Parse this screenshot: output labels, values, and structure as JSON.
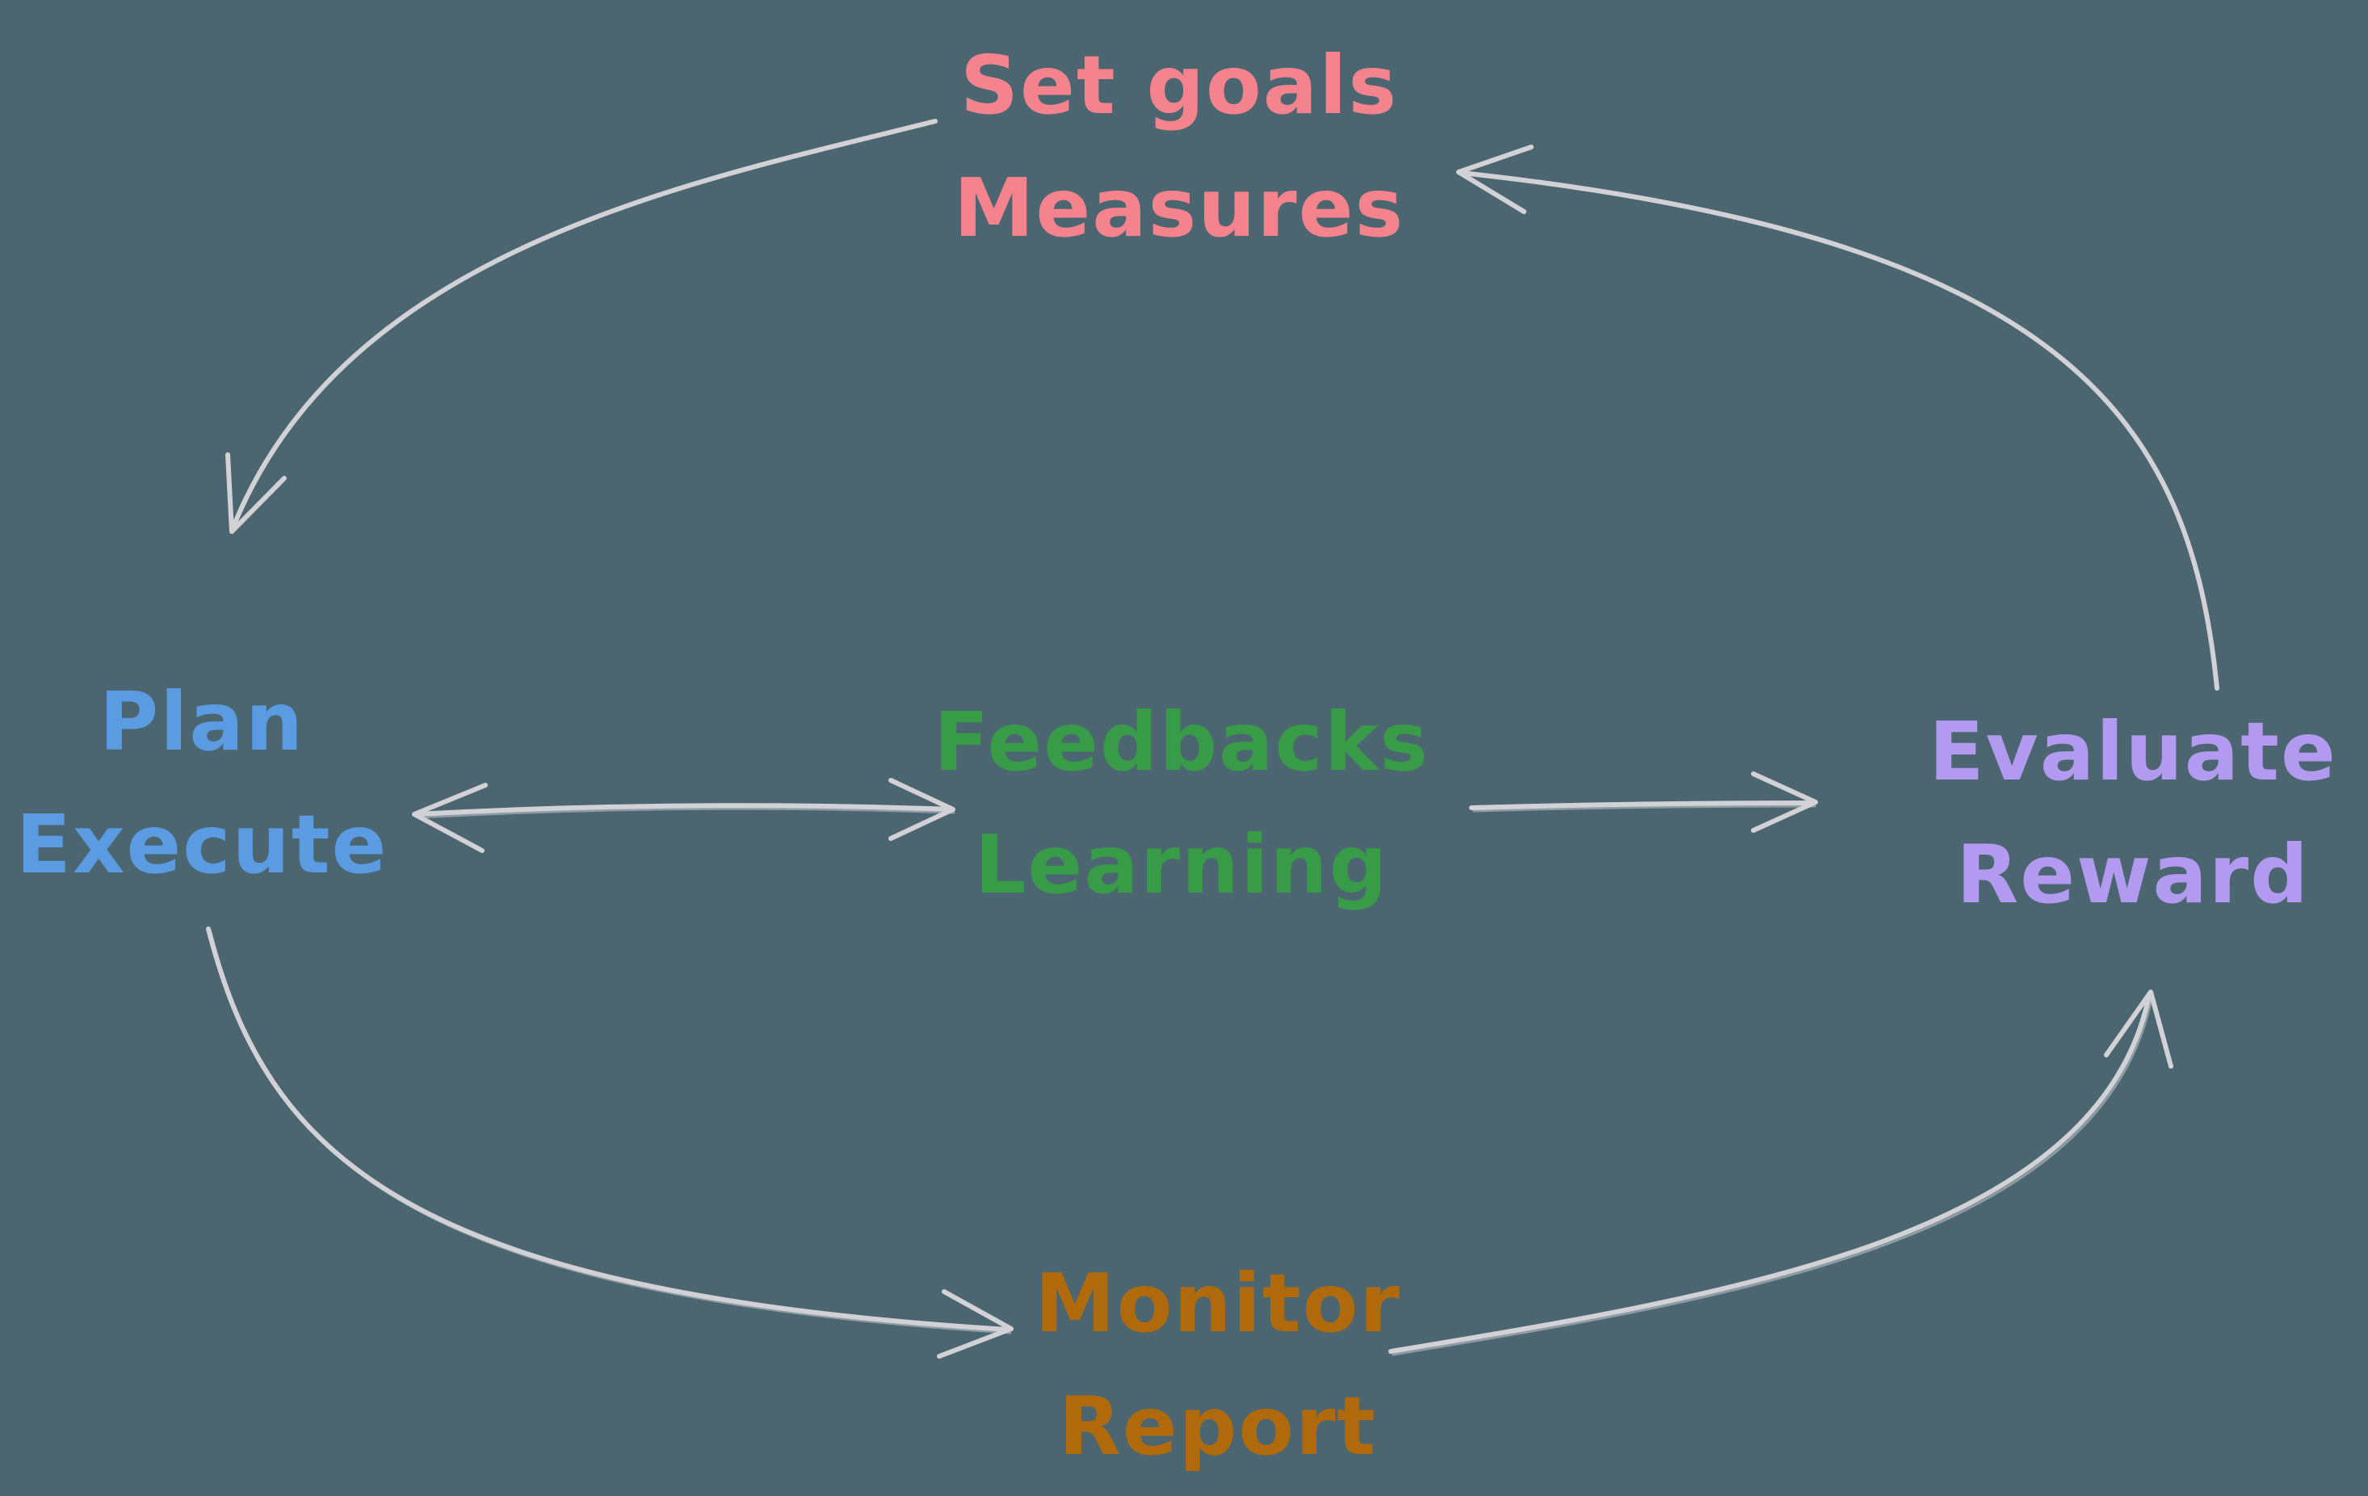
{
  "canvas": {
    "background": "#4b6670",
    "arrow_color": "#d2d2d6"
  },
  "nodes": {
    "set_goals": {
      "lines": [
        "Set goals",
        "Measures"
      ],
      "color": "#f4838d"
    },
    "plan_execute": {
      "lines": [
        "Plan",
        "Execute"
      ],
      "color": "#5a9be2"
    },
    "feedbacks_learning": {
      "lines": [
        "Feedbacks",
        "Learning"
      ],
      "color": "#389b48"
    },
    "evaluate_reward": {
      "lines": [
        "Evaluate",
        "Reward"
      ],
      "color": "#b29af0"
    },
    "monitor_report": {
      "lines": [
        "Monitor",
        "Report"
      ],
      "color": "#b06a0c"
    }
  },
  "edges": [
    {
      "from": "set_goals",
      "to": "plan_execute",
      "shape": "curved",
      "heads": [
        "end"
      ]
    },
    {
      "from": "evaluate_reward",
      "to": "set_goals",
      "shape": "curved",
      "heads": [
        "end"
      ]
    },
    {
      "from": "plan_execute",
      "to": "feedbacks_learning",
      "shape": "straight",
      "heads": [
        "start",
        "end"
      ]
    },
    {
      "from": "feedbacks_learning",
      "to": "evaluate_reward",
      "shape": "straight",
      "heads": [
        "end"
      ]
    },
    {
      "from": "plan_execute",
      "to": "monitor_report",
      "shape": "curved",
      "heads": [
        "end"
      ]
    },
    {
      "from": "monitor_report",
      "to": "evaluate_reward",
      "shape": "curved",
      "heads": [
        "end"
      ]
    }
  ]
}
